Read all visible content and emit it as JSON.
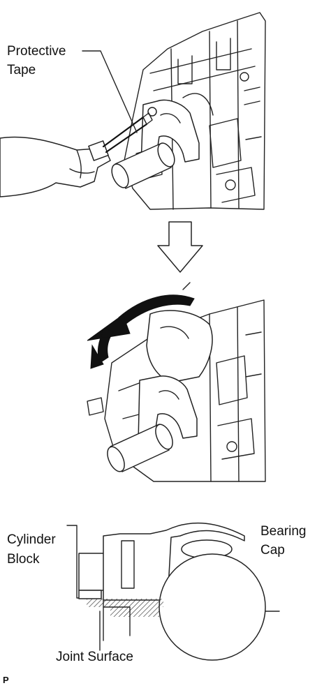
{
  "labels": {
    "protective_tape": [
      "Protective",
      "Tape"
    ],
    "cylinder_block": [
      "Cylinder",
      "Block"
    ],
    "bearing_cap": [
      "Bearing",
      "Cap"
    ],
    "joint_surface": "Joint Surface",
    "figure_code": "P"
  }
}
